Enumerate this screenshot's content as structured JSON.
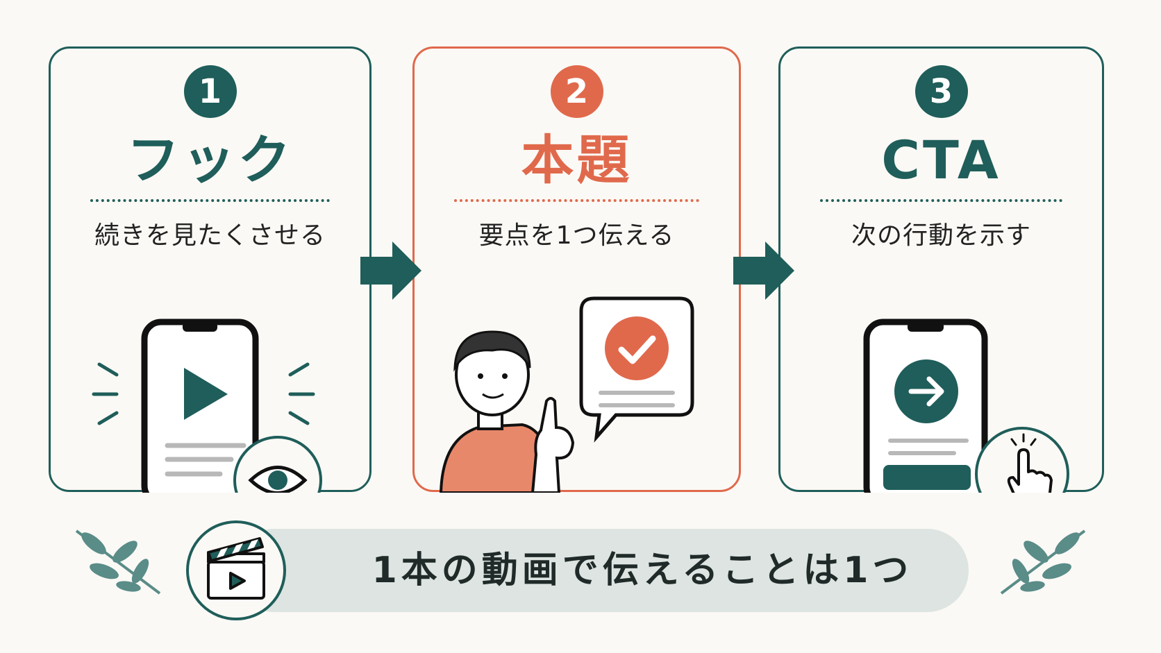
{
  "steps": [
    {
      "number": "1",
      "title": "フック",
      "subtitle": "続きを見たくさせる",
      "color": "#1f5e5a"
    },
    {
      "number": "2",
      "title": "本題",
      "subtitle": "要点を1つ伝える",
      "color": "#e0694c"
    },
    {
      "number": "3",
      "title": "CTA",
      "subtitle": "次の行動を示す",
      "color": "#1f5e5a"
    }
  ],
  "banner": {
    "text": "1本の動画で伝えることは1つ",
    "icon": "clapperboard-icon"
  },
  "icons": {
    "step1": [
      "smartphone-icon",
      "play-icon",
      "eye-icon"
    ],
    "step2": [
      "person-pointing-icon",
      "speech-bubble-icon",
      "check-icon"
    ],
    "step3": [
      "smartphone-icon",
      "arrow-right-icon",
      "tap-hand-icon"
    ],
    "decoration": [
      "leaf-branch-icon"
    ]
  },
  "colors": {
    "teal": "#1f5e5a",
    "coral": "#e0694c",
    "background": "#fbf9f5",
    "banner": "#dde4e1"
  }
}
